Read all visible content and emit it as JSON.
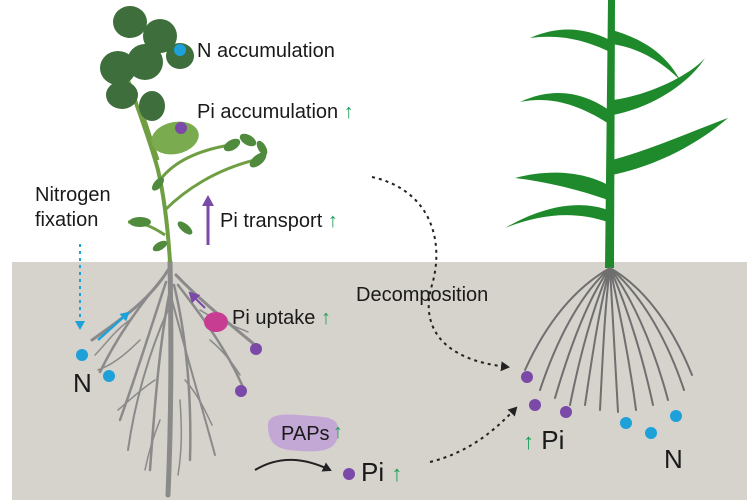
{
  "labels": {
    "n_accumulation": "N accumulation",
    "pi_accumulation": "Pi accumulation",
    "nitrogen_fixation_line1": "Nitrogen",
    "nitrogen_fixation_line2": "fixation",
    "pi_transport": "Pi transport",
    "pi_uptake": "Pi uptake",
    "decomposition": "Decomposition",
    "paps": "PAPs",
    "pi_soil": "Pi",
    "pi_crop": "Pi",
    "n_legume": "N",
    "n_crop": "N",
    "up_arrow": "↑"
  },
  "colors": {
    "soil": "#d6d2cc",
    "leaf_dark": "#3d6e3b",
    "leaf_mid": "#7aab4e",
    "maize_green": "#1f8a2c",
    "root_gray": "#8a8a8a",
    "nitrogen_blue": "#1ea0d8",
    "phosphate_purple": "#7b4aa8",
    "paps_blob": "#c3a8d6",
    "uptake_magenta": "#c63d91",
    "increase_green": "#1f9e5a"
  },
  "icons": [
    "up-arrow-icon",
    "dotted-arrow-icon",
    "root-icon",
    "leaf-icon"
  ]
}
